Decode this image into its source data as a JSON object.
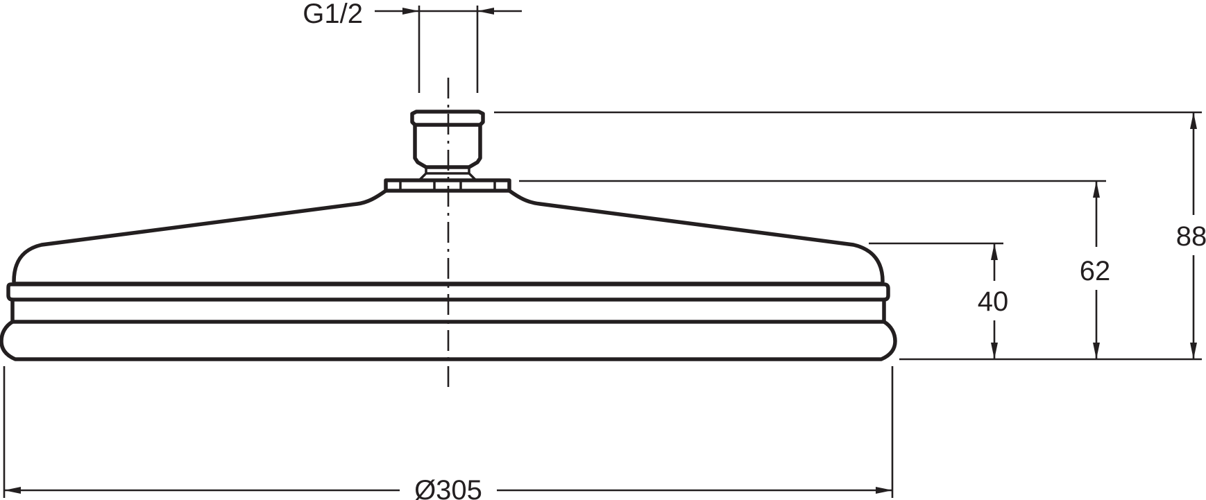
{
  "drawing": {
    "thread_label": "G1/2",
    "diameter_label": "Ø305",
    "height_overall_label": "88",
    "height_nut_label": "62",
    "height_rim_label": "40"
  },
  "colors": {
    "line": "#231f20",
    "background": "#ffffff"
  }
}
